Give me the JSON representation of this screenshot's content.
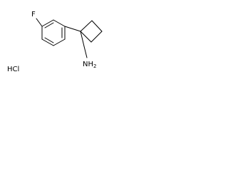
{
  "structure": {
    "atom_labels": {
      "fluorine": "F",
      "amine_main": "NH",
      "amine_subscript": "2",
      "salt": "HCl"
    },
    "colors": {
      "bond": "#000000",
      "label": "#000000",
      "background": "#ffffff"
    }
  }
}
